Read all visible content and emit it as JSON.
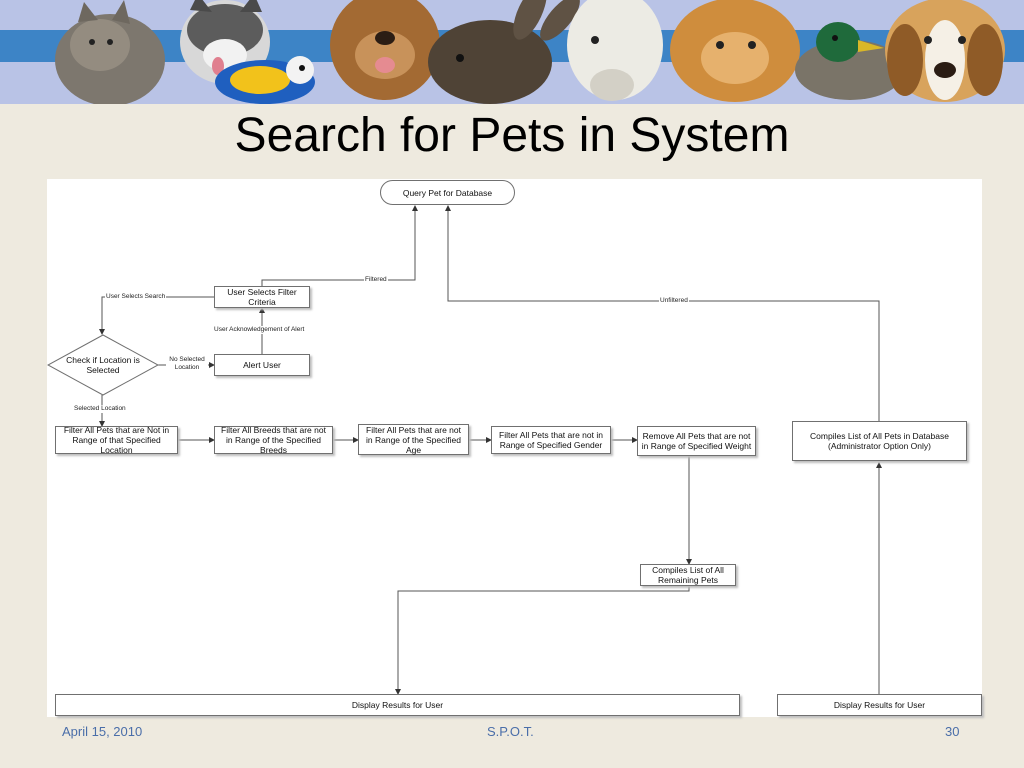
{
  "slide": {
    "title": "Search for Pets in System",
    "footer": {
      "date": "April 15, 2010",
      "center": "S.P.O.T.",
      "page_number": "30"
    }
  },
  "banner": {
    "icons": [
      "cat-icon",
      "husky-icon",
      "parrot-icon",
      "dog-icon",
      "rabbit-icon",
      "horse-icon",
      "orange-cat-icon",
      "duck-icon",
      "beagle-icon"
    ]
  },
  "flowchart": {
    "nodes": {
      "query": "Query Pet for Database",
      "select_filter": "User Selects Filter Criteria",
      "check_location": "Check if Location is Selected",
      "alert_user": "Alert User",
      "filter_location": "Filter All Pets that are Not in Range of that Specified Location",
      "filter_breeds": "Filter All Breeds that are not in Range of the Specified Breeds",
      "filter_age": "Filter All Pets that are not in Range of the Specified Age",
      "filter_gender": "Filter All Pets that are not in Range of Specified Gender",
      "remove_weight": "Remove All Pets that are not in Range of Specified Weight",
      "compile_remaining": "Compiles List of All Remaining Pets",
      "compile_all": "Compiles List of All Pets in Database (Administrator Option Only)",
      "display_left": "Display Results for User",
      "display_right": "Display Results for User"
    },
    "edges": {
      "filtered": "Filtered",
      "unfiltered": "Unfiltered",
      "user_selects_search": "User Selects Search",
      "user_ack_alert": "User Acknowledgement of Alert",
      "no_selected_location": "No Selected Location",
      "selected_location": "Selected Location"
    }
  },
  "colors": {
    "background": "#eeeadf",
    "banner_sky": "#b9c3e6",
    "banner_band": "#3d84c6",
    "footer_text": "#4a6ea9"
  }
}
